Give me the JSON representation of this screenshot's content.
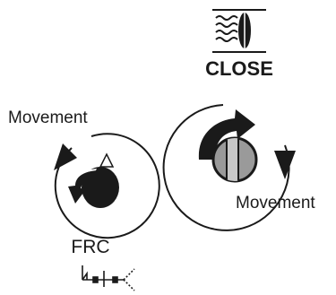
{
  "close_control": {
    "label": "CLOSE",
    "rotation_label": "Movement",
    "direction": "clockwise",
    "symbol_icon": "water-wave-valve-icon",
    "knob_icon": "slotted-screw-knob-icon"
  },
  "frc_control": {
    "label": "FRC",
    "rotation_label": "Movement",
    "direction": "counterclockwise",
    "symbol_icon": "pressure-regulator-icon",
    "knob_icon": "black-knob-icon"
  },
  "colors": {
    "ink": "#1a1a1a",
    "knob_gray": "#9a9a9a",
    "background": "#ffffff"
  }
}
